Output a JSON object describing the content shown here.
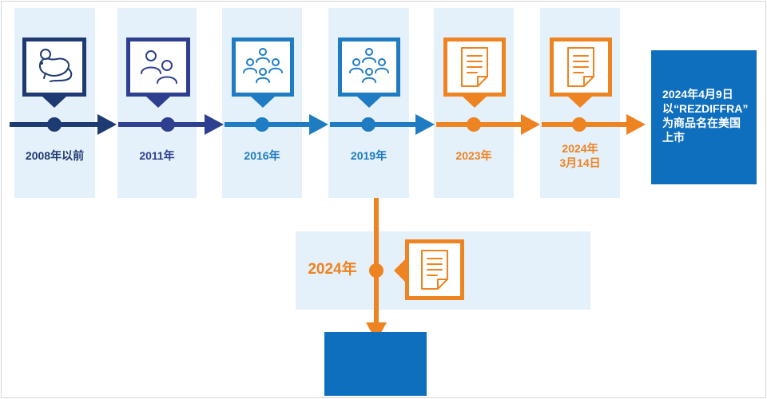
{
  "timeline": [
    {
      "label": "2008年以前",
      "icon": "lab-rat-icon"
    },
    {
      "label": "2011年",
      "icon": "two-people-icon"
    },
    {
      "label": "2016年",
      "icon": "group-people-icon"
    },
    {
      "label": "2019年",
      "icon": "group-people-icon"
    },
    {
      "label": "2023年",
      "icon": "document-icon"
    },
    {
      "label_line1": "2024年",
      "label_line2": "3月14日",
      "icon": "document-icon"
    }
  ],
  "final_box": {
    "line1": "2024年4月9日",
    "line2": "以“REZDIFFRA”",
    "line3": "为商品名在美国",
    "line4": "上市"
  },
  "branch": {
    "label": "2024年",
    "icon": "document-icon"
  },
  "colors": {
    "navy": "#1d3a72",
    "indigo": "#2e3f8f",
    "blue": "#1f7cc2",
    "orange": "#ee8322",
    "final_blue": "#0f6fbf",
    "panel": "#e5f1fa"
  }
}
